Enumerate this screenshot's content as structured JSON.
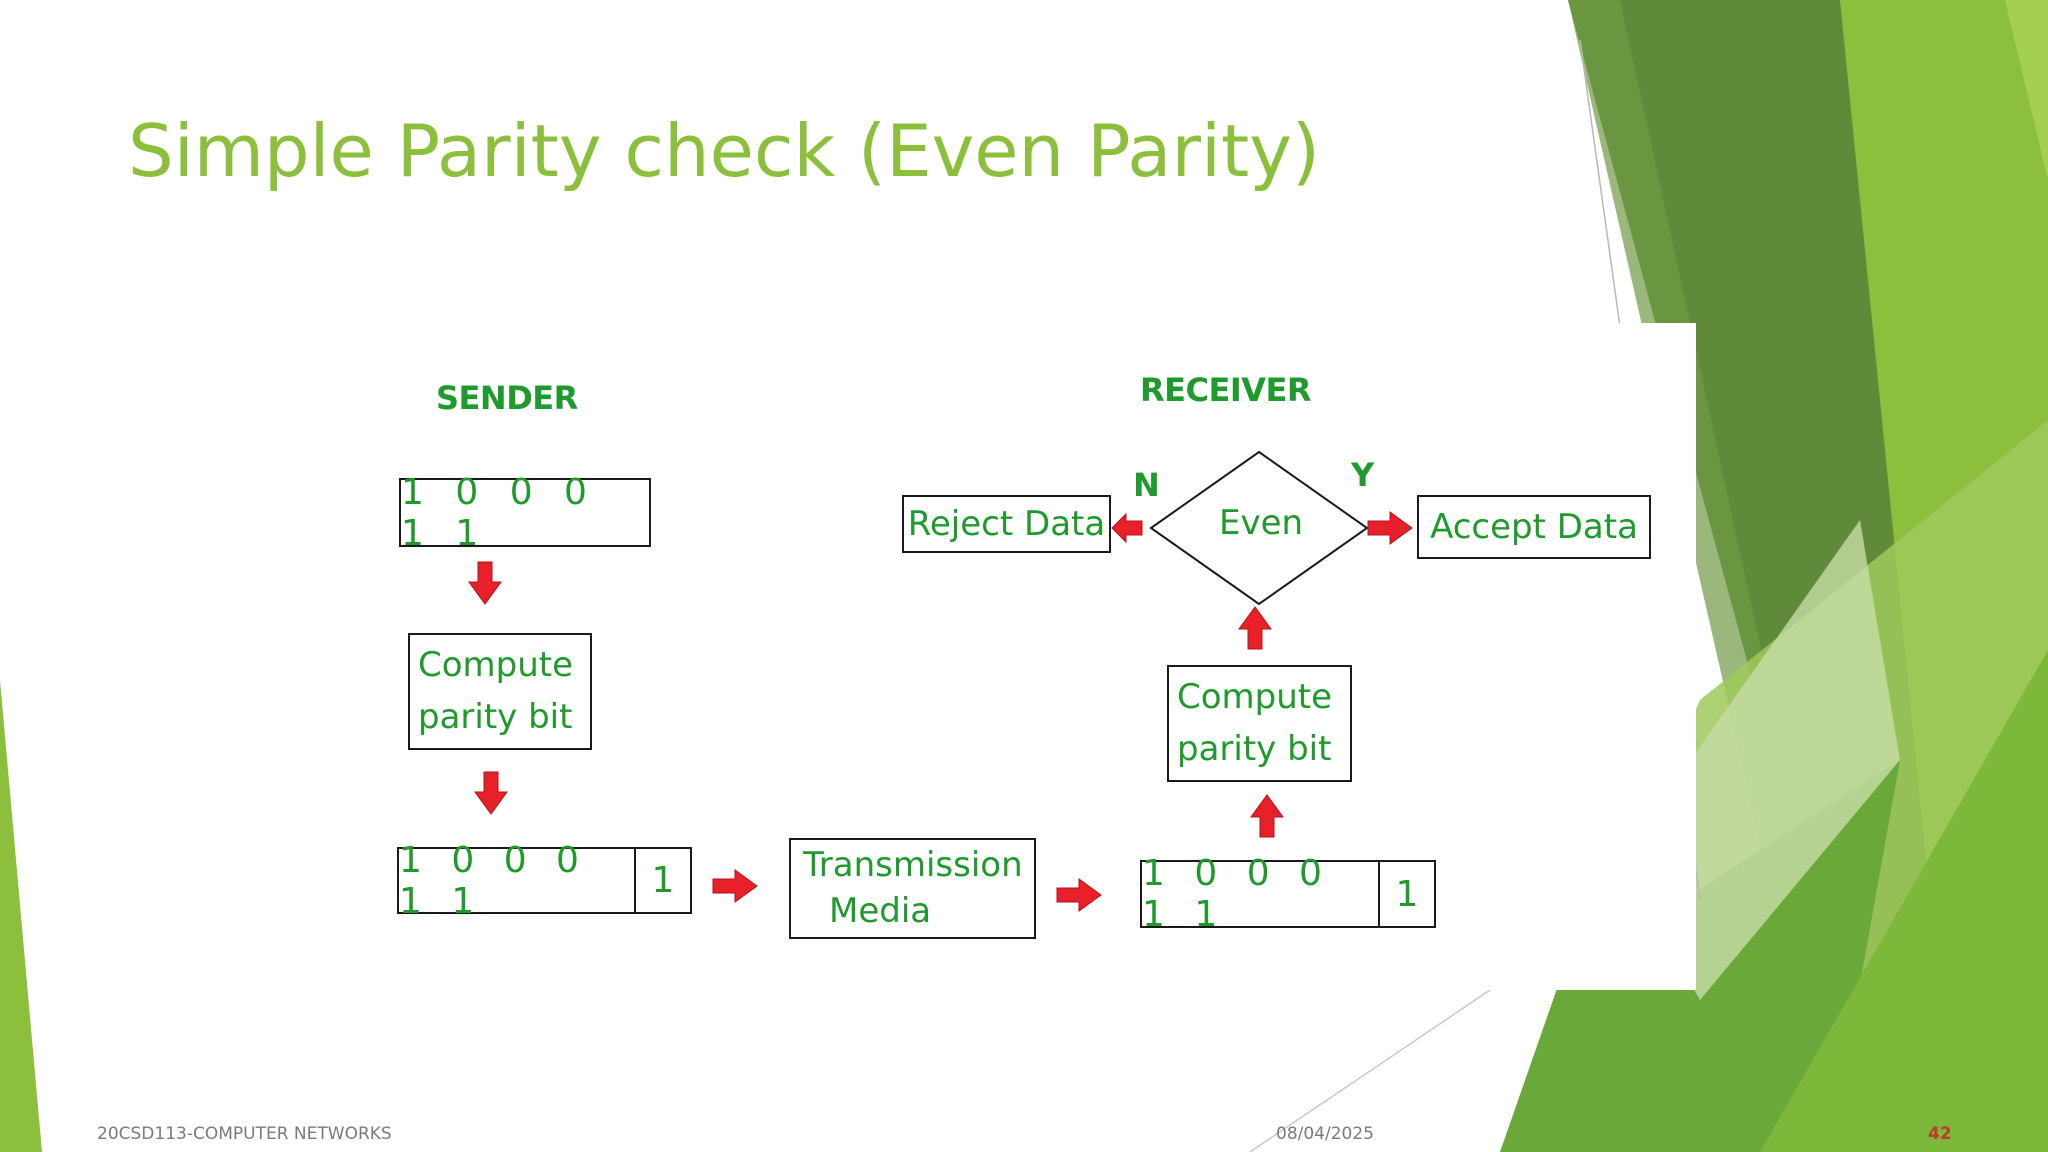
{
  "slide": {
    "title": "Simple Parity check (Even Parity)",
    "colors": {
      "title": "#8cc03c",
      "diagram_text": "#1f9a2c",
      "arrow": "#e8202a",
      "page_number": "#c0392b"
    }
  },
  "diagram": {
    "sender_label": "SENDER",
    "receiver_label": "RECEIVER",
    "sender_data": "1 0 0 0 1 1",
    "sender_compute": [
      "Compute",
      "parity bit"
    ],
    "sender_codeword": "1 0  0 0  1  1",
    "sender_parity": "1",
    "transmission": [
      "Transmission",
      "Media"
    ],
    "receiver_codeword": "1 0  0 0  1  1",
    "receiver_parity": "1",
    "receiver_compute": [
      "Compute",
      "parity bit"
    ],
    "decision": "Even",
    "no_label": "N",
    "yes_label": "Y",
    "reject": "Reject Data",
    "accept": "Accept Data"
  },
  "footer": {
    "course": "20CSD113-COMPUTER NETWORKS",
    "date": "08/04/2025",
    "page": "42"
  }
}
